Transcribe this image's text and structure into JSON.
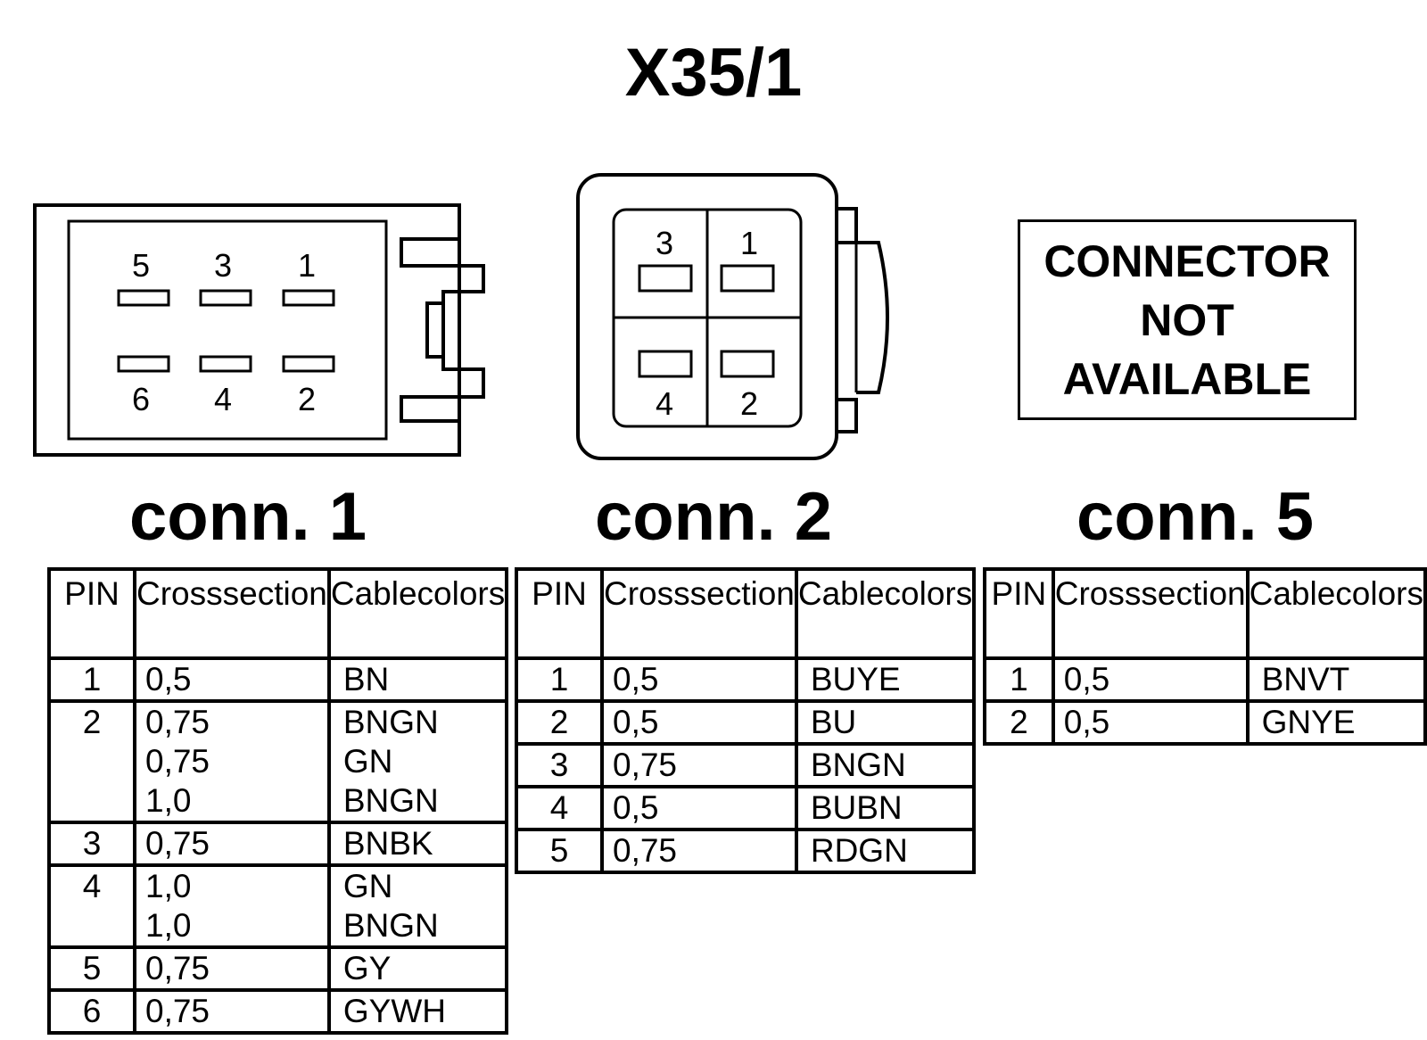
{
  "title": "X35/1",
  "connectors": [
    {
      "label": "conn. 1",
      "pin_numbers_top": [
        "5",
        "3",
        "1"
      ],
      "pin_numbers_bottom": [
        "6",
        "4",
        "2"
      ]
    },
    {
      "label": "conn. 2",
      "pin_numbers_top": [
        "3",
        "1"
      ],
      "pin_numbers_bottom": [
        "4",
        "2"
      ]
    },
    {
      "label": "conn. 5",
      "not_available": [
        "CONNECTOR",
        "NOT",
        "AVAILABLE"
      ]
    }
  ],
  "table_headers": {
    "pin": "PIN",
    "cross_section": [
      "Cross",
      "section"
    ],
    "cable_colors": [
      "Cable",
      "colors"
    ]
  },
  "tables": [
    {
      "name": "conn. 1",
      "rows": [
        {
          "pin": "1",
          "entries": [
            [
              "0,5",
              "BN"
            ]
          ]
        },
        {
          "pin": "2",
          "entries": [
            [
              "0,75",
              "BNGN"
            ],
            [
              "0,75",
              "GN"
            ],
            [
              "1,0",
              "BNGN"
            ]
          ]
        },
        {
          "pin": "3",
          "entries": [
            [
              "0,75",
              "BNBK"
            ]
          ]
        },
        {
          "pin": "4",
          "entries": [
            [
              "1,0",
              "GN"
            ],
            [
              "1,0",
              "BNGN"
            ]
          ]
        },
        {
          "pin": "5",
          "entries": [
            [
              "0,75",
              "GY"
            ]
          ]
        },
        {
          "pin": "6",
          "entries": [
            [
              "0,75",
              "GYWH"
            ]
          ]
        }
      ]
    },
    {
      "name": "conn. 2",
      "rows": [
        {
          "pin": "1",
          "entries": [
            [
              "0,5",
              "BUYE"
            ]
          ]
        },
        {
          "pin": "2",
          "entries": [
            [
              "0,5",
              "BU"
            ]
          ]
        },
        {
          "pin": "3",
          "entries": [
            [
              "0,75",
              "BNGN"
            ]
          ]
        },
        {
          "pin": "4",
          "entries": [
            [
              "0,5",
              "BUBN"
            ]
          ]
        },
        {
          "pin": "5",
          "entries": [
            [
              "0,75",
              "RDGN"
            ]
          ]
        }
      ]
    },
    {
      "name": "conn. 5",
      "rows": [
        {
          "pin": "1",
          "entries": [
            [
              "0,5",
              "BNVT"
            ]
          ]
        },
        {
          "pin": "2",
          "entries": [
            [
              "0,5",
              "GNYE"
            ]
          ]
        }
      ]
    }
  ]
}
